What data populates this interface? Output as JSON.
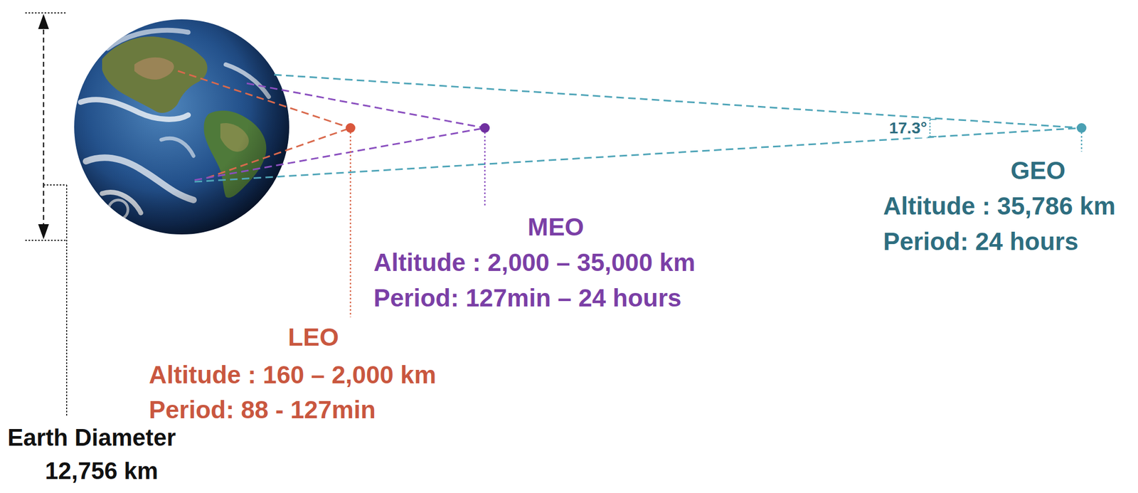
{
  "diagram": {
    "labels": [
      "17.3°",
      "GEO",
      "Altitude : 35,786 km",
      "Period: 24 hours",
      "MEO",
      "Altitude : 2,000 – 35,000 km",
      "Period: 127min – 24 hours",
      "LEO",
      "Altitude : 160 – 2,000 km",
      "Period: 88 - 127min",
      "Earth Diameter",
      "12,756 km"
    ]
  }
}
